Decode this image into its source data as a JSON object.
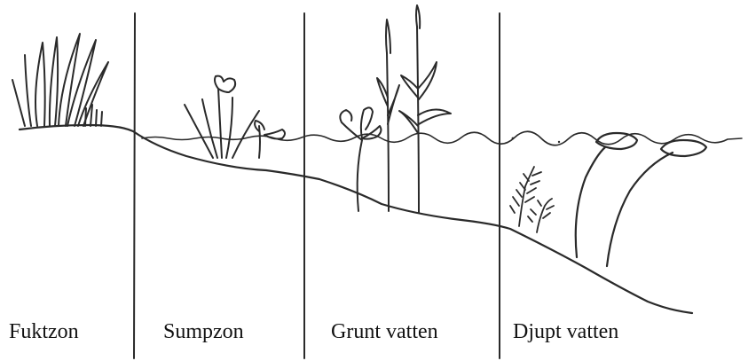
{
  "diagram": {
    "zones": [
      {
        "id": "fuktzon",
        "label": "Fuktzon"
      },
      {
        "id": "sumpzon",
        "label": "Sumpzon"
      },
      {
        "id": "grunt-vatten",
        "label": "Grunt vatten"
      },
      {
        "id": "djupt-vatten",
        "label": "Djupt vatten"
      }
    ]
  }
}
